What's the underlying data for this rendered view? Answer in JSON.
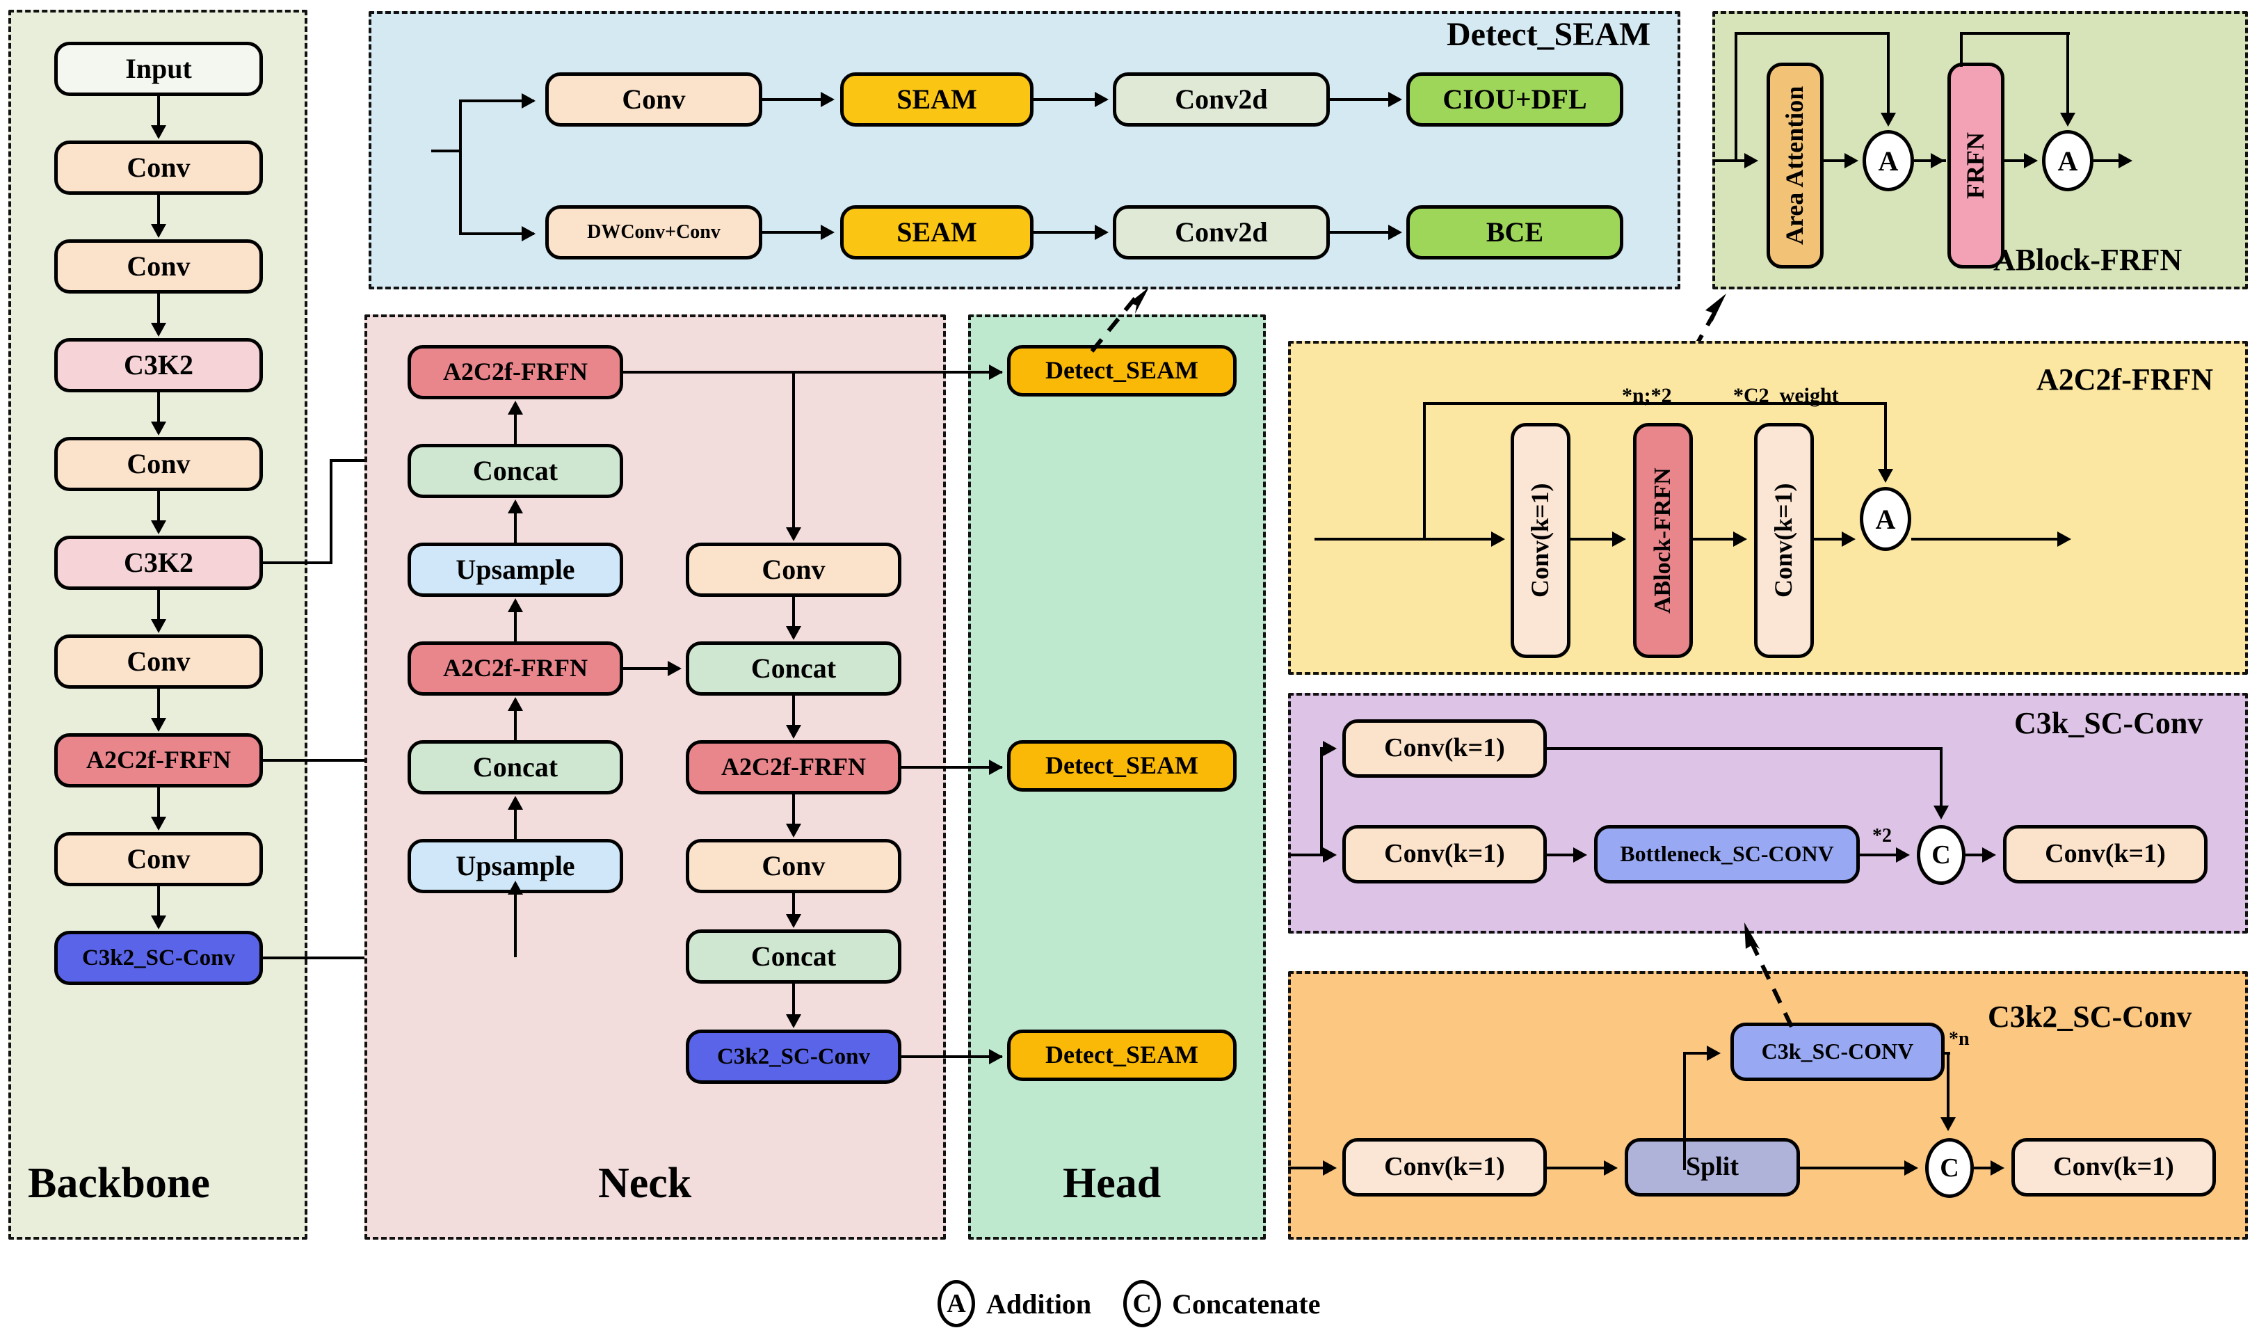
{
  "sections": {
    "backbone": {
      "label": "Backbone",
      "bg": "#e9eedb"
    },
    "neck": {
      "label": "Neck",
      "bg": "#f3dcdc"
    },
    "head": {
      "label": "Head",
      "bg": "#bfe9cf"
    },
    "detect_seam": {
      "label": "Detect_SEAM",
      "bg": "#d5e9f2"
    },
    "ablock_frfn": {
      "label": "ABlock-FRFN",
      "bg": "#d7e3b8"
    },
    "a2c2f_frfn": {
      "label": "A2C2f-FRFN",
      "bg": "#fbe7a2"
    },
    "c3k_sc_conv": {
      "label": "C3k_SC-Conv",
      "bg": "#ddc3e6"
    },
    "c3k2_sc_conv": {
      "label": "C3k2_SC-Conv",
      "bg": "#fbc781"
    }
  },
  "colors": {
    "conv": "#fbe2cb",
    "conv_light": "#fbe5d4",
    "input": "#f4f7ef",
    "c3k2": "#f5d3d6",
    "a2c2f": "#e8868c",
    "c3k2_sc": "#5a64e8",
    "concat": "#cfe7d1",
    "upsample": "#cfe7f8",
    "detect_seam": "#fbb907",
    "seam": "#fbc513",
    "conv2d": "#dfe9d6",
    "loss": "#9ed65a",
    "area_attention": "#f2c277",
    "frfn": "#f2a2b4",
    "bottleneck": "#98a8f2",
    "split": "#afb2d9",
    "c3k_sc_conv_box": "#98a8f2"
  },
  "backbone": {
    "nodes": [
      {
        "label": "Input"
      },
      {
        "label": "Conv"
      },
      {
        "label": "Conv"
      },
      {
        "label": "C3K2"
      },
      {
        "label": "Conv"
      },
      {
        "label": "C3K2"
      },
      {
        "label": "Conv"
      },
      {
        "label": "A2C2f-FRFN"
      },
      {
        "label": "Conv"
      },
      {
        "label": "C3k2_SC-Conv"
      }
    ]
  },
  "neck": {
    "left_column": [
      {
        "label": "A2C2f-FRFN"
      },
      {
        "label": "Concat"
      },
      {
        "label": "Upsample"
      },
      {
        "label": "A2C2f-FRFN"
      },
      {
        "label": "Concat"
      },
      {
        "label": "Upsample"
      }
    ],
    "right_column": [
      {
        "label": "Conv"
      },
      {
        "label": "Concat"
      },
      {
        "label": "A2C2f-FRFN"
      },
      {
        "label": "Conv"
      },
      {
        "label": "Concat"
      },
      {
        "label": "C3k2_SC-Conv"
      }
    ]
  },
  "head": {
    "nodes": [
      {
        "label": "Detect_SEAM"
      },
      {
        "label": "Detect_SEAM"
      },
      {
        "label": "Detect_SEAM"
      }
    ]
  },
  "detect_seam_panel": {
    "title": "Detect_SEAM",
    "top_row": [
      {
        "label": "Conv"
      },
      {
        "label": "SEAM"
      },
      {
        "label": "Conv2d"
      },
      {
        "label": "CIOU+DFL"
      }
    ],
    "bottom_row": [
      {
        "label": "DWConv+Conv"
      },
      {
        "label": "SEAM"
      },
      {
        "label": "Conv2d"
      },
      {
        "label": "BCE"
      }
    ]
  },
  "ablock_frfn_panel": {
    "title": "ABlock-FRFN",
    "nodes": [
      {
        "label": "Area Attention"
      },
      {
        "label": "A"
      },
      {
        "label": "FRFN"
      },
      {
        "label": "A"
      }
    ]
  },
  "a2c2f_frfn_panel": {
    "title": "A2C2f-FRFN",
    "nodes": [
      {
        "label": "Conv(k=1)"
      },
      {
        "label": "ABlock-FRFN"
      },
      {
        "label": "Conv(k=1)"
      },
      {
        "label": "A"
      }
    ],
    "annotations": [
      {
        "label": "*n;*2"
      },
      {
        "label": "*C2_weight"
      }
    ]
  },
  "c3k_sc_conv_panel": {
    "title": "C3k_SC-Conv",
    "nodes": [
      {
        "label": "Conv(k=1)"
      },
      {
        "label": "Conv(k=1)"
      },
      {
        "label": "Bottleneck_SC-CONV"
      },
      {
        "label": "C"
      },
      {
        "label": "Conv(k=1)"
      }
    ],
    "annotations": [
      {
        "label": "*2"
      }
    ]
  },
  "c3k2_sc_conv_panel": {
    "title": "C3k2_SC-Conv",
    "nodes": [
      {
        "label": "Conv(k=1)"
      },
      {
        "label": "Split"
      },
      {
        "label": "C3k_SC-CONV"
      },
      {
        "label": "C"
      },
      {
        "label": "Conv(k=1)"
      }
    ],
    "annotations": [
      {
        "label": "*n"
      }
    ]
  },
  "legend": {
    "items": [
      {
        "symbol": "A",
        "label": "Addition"
      },
      {
        "symbol": "C",
        "label": "Concatenate"
      }
    ]
  }
}
